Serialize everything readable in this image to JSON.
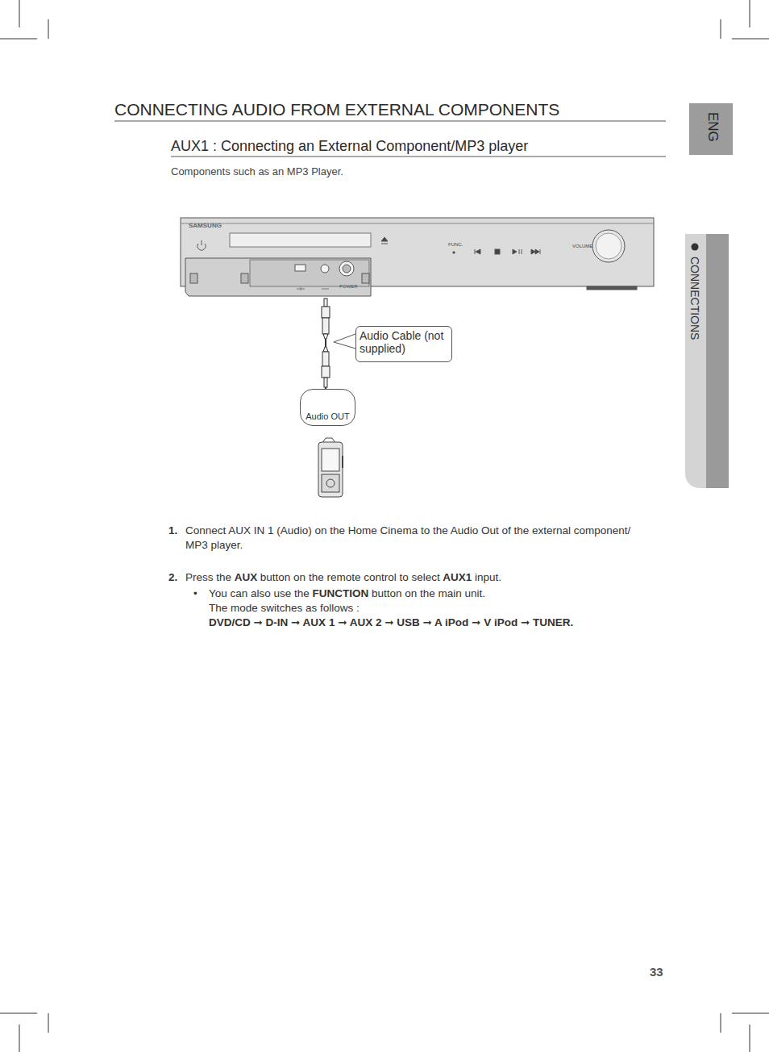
{
  "diagram": {
    "title": "CONNECTING AUDIO FROM EXTERNAL COMPONENTS",
    "nodes": [
      {
        "text": [
          "SAMSUNG",
          "FUNC.",
          "VOLUME",
          "POWER"
        ]
      },
      {
        "text": [
          "Audio Cable (not supplied)"
        ]
      },
      {
        "text": [
          "Audio OUT"
        ]
      }
    ],
    "edges": [
      {
        "from": 0,
        "to": 2,
        "arrow": "none"
      }
    ],
    "labels": [
      "ENG",
      "CONNECTIONS",
      "AUX1 : Connecting an External Component/MP3 player",
      "Components such as an MP3 Player.",
      "1.",
      "Connect AUX IN 1 (Audio) on the Home Cinema to the Audio Out of the external component/ MP3 player.",
      "2.",
      "Press the",
      "AUX",
      "button on the remote control to select",
      "AUX1",
      "input.",
      "•",
      "You can also use the",
      "FUNCTION",
      "button on the main unit.",
      "The mode switches as follows :",
      "DVD/CD ➞ D-IN ➞ AUX 1 ➞ AUX 2 ➞ USB ➞ A iPod ➞ V iPod ➞ TUNER.",
      "33"
    ]
  }
}
